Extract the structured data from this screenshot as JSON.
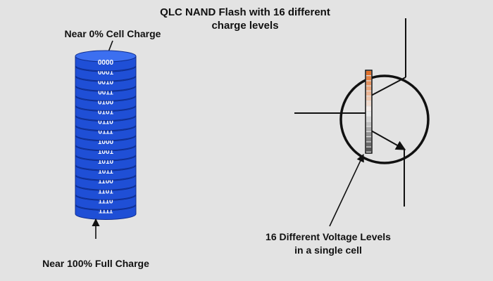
{
  "title": {
    "line1": "QLC NAND Flash with 16 different",
    "line2": "charge levels"
  },
  "top_label": "Near 0% Cell Charge",
  "bottom_label": "Near 100% Full Charge",
  "voltage_label": {
    "line1": "16 Different Voltage Levels",
    "line2": "in a single cell"
  },
  "charge_levels": [
    "0000",
    "0001",
    "0010",
    "0011",
    "0100",
    "0101",
    "0110",
    "0111",
    "1000",
    "1001",
    "1010",
    "1011",
    "1100",
    "1101",
    "1110",
    "1111"
  ],
  "colors": {
    "disk_fill": "#1f4fd6",
    "disk_edge": "#0f2e8f",
    "disk_top": "#3c6ff0",
    "line": "#111111",
    "gradient_top": "#e0702a",
    "gradient_mid": "#f4f4f4",
    "gradient_bottom": "#555555"
  }
}
